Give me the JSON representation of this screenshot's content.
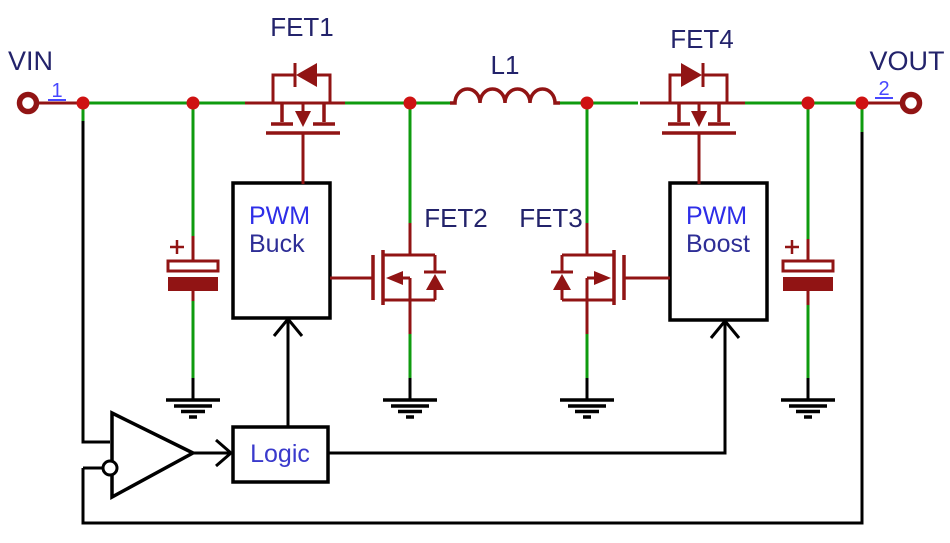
{
  "diagram": {
    "type": "circuit-schematic",
    "terminals": {
      "vin": {
        "label": "VIN",
        "pin": "1"
      },
      "vout": {
        "label": "VOUT",
        "pin": "2"
      }
    },
    "components": {
      "fet1": {
        "label": "FET1"
      },
      "fet2": {
        "label": "FET2"
      },
      "fet3": {
        "label": "FET3"
      },
      "fet4": {
        "label": "FET4"
      },
      "inductor": {
        "label": "L1"
      },
      "pwm_buck": {
        "line1": "PWM",
        "line2": "Buck"
      },
      "pwm_boost": {
        "line1": "PWM",
        "line2": "Boost"
      },
      "logic": {
        "label": "Logic"
      }
    },
    "colors": {
      "wire_green": "#0f9b0f",
      "component_red": "#911414",
      "junction_red": "#cf1212",
      "label_navy": "#23236b",
      "block_label_blue": "#2e2ee8",
      "block_sub_navy": "#2e2e96",
      "logic_label_blue": "#3a3acc",
      "pin_number_blue": "#4848ff",
      "line_black": "#000000",
      "background": "#ffffff"
    }
  }
}
